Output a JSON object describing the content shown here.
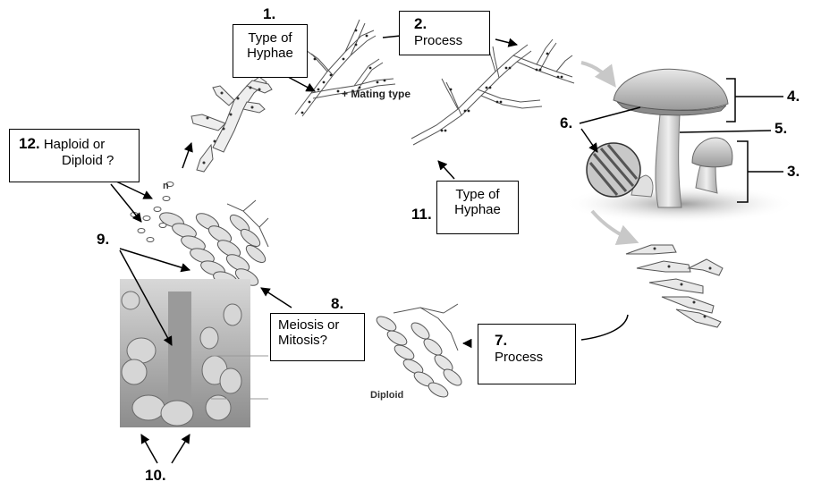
{
  "labels": {
    "n1": "1.",
    "n2": "2.",
    "n3": "3.",
    "n4": "4.",
    "n5": "5.",
    "n6": "6.",
    "n7": "7.",
    "n8": "8.",
    "n9": "9.",
    "n10": "10.",
    "n11": "11.",
    "n12": "12."
  },
  "boxes": {
    "box1": {
      "line1": "Type of",
      "line2": "Hyphae"
    },
    "box2": {
      "line1": "Process"
    },
    "box7": {
      "line1": "Process"
    },
    "box8": {
      "line1": "Meiosis or",
      "line2": "Mitosis?"
    },
    "box11": {
      "line1": "Type of",
      "line2": "Hyphae"
    },
    "box12": {
      "line1": "Haploid or",
      "line2": "Diploid ?"
    }
  },
  "captions": {
    "mating_type": "+ Mating type",
    "diploid": "Diploid",
    "n_symbol": "n"
  },
  "colors": {
    "cell_fill": "#e6e6e6",
    "cell_stroke": "#555555",
    "mushroom_cap": "#cfcfcf",
    "arrow_gray": "#c8c8c8",
    "micrograph_bg": "#bdbdbd"
  }
}
